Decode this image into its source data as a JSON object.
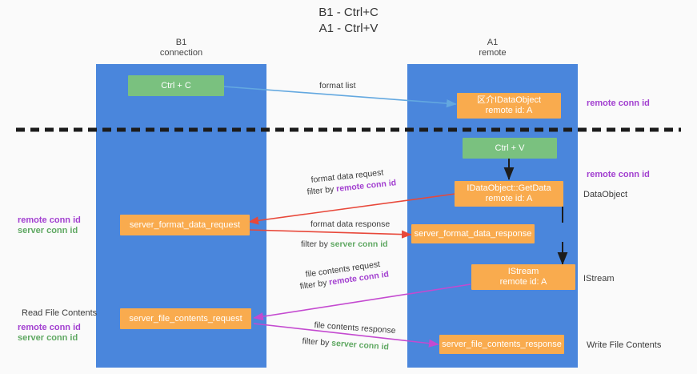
{
  "title": "B1 - Ctrl+C\nA1 - Ctrl+V",
  "lanes": [
    {
      "id": "b1",
      "heading": "B1\nconnection"
    },
    {
      "id": "a1",
      "heading": "A1\nremote"
    }
  ],
  "nodes": [
    {
      "id": "ctrl-c",
      "label": "Ctrl + C",
      "color": "green"
    },
    {
      "id": "idataobject-remote",
      "label": "区介IDataObject\nremote id: A",
      "color": "orange"
    },
    {
      "id": "ctrl-v",
      "label": "Ctrl + V",
      "color": "green"
    },
    {
      "id": "idataobject-getdata",
      "label": "IDataObject::GetData\nremote id: A",
      "color": "orange"
    },
    {
      "id": "server-format-data-request",
      "label": "server_format_data_request",
      "color": "orange"
    },
    {
      "id": "server-format-data-response",
      "label": "server_format_data_response",
      "color": "orange"
    },
    {
      "id": "istream",
      "label": "IStream\nremote id: A",
      "color": "orange"
    },
    {
      "id": "server-file-contents-request",
      "label": "server_file_contents_request",
      "color": "orange"
    },
    {
      "id": "server-file-contents-response",
      "label": "server_file_contents_response",
      "color": "orange"
    }
  ],
  "edge_labels": {
    "format_list": "format list",
    "format_data_request": "format data request",
    "format_data_request_filter_prefix": "filter by ",
    "format_data_request_filter_key": "remote conn id",
    "format_data_response": "format data response",
    "format_data_response_filter_prefix": "filter by ",
    "format_data_response_filter_key": "server conn id",
    "file_contents_request": "file contents request",
    "file_contents_request_filter_prefix": "filter by ",
    "file_contents_request_filter_key": "remote conn id",
    "file_contents_response": "file contents response",
    "file_contents_response_filter_prefix": "filter by ",
    "file_contents_response_filter_key": "server conn id"
  },
  "annotations": {
    "remote_conn_id_top": "remote conn id",
    "remote_conn_id_mid": "remote conn id",
    "dataobject": "DataObject",
    "istream": "IStream",
    "write_file_contents": "Write File Contents",
    "read_file_contents": "Read File Contents",
    "left_remote_conn_id_1": "remote conn id",
    "left_server_conn_id_1": "server conn id",
    "left_remote_conn_id_2": "remote conn id",
    "left_server_conn_id_2": "server conn id"
  },
  "colors": {
    "lane": "#4a86dc",
    "green_node": "#7ac17f",
    "orange_node": "#f9ab4e",
    "purple_text": "#a23fd0",
    "green_text": "#5fa862",
    "divider": "#1c1c1c",
    "arrow_blue": "#63a8e0",
    "arrow_red": "#e8483a",
    "arrow_black": "#1c1c1c",
    "arrow_magenta": "#c44ad0"
  }
}
